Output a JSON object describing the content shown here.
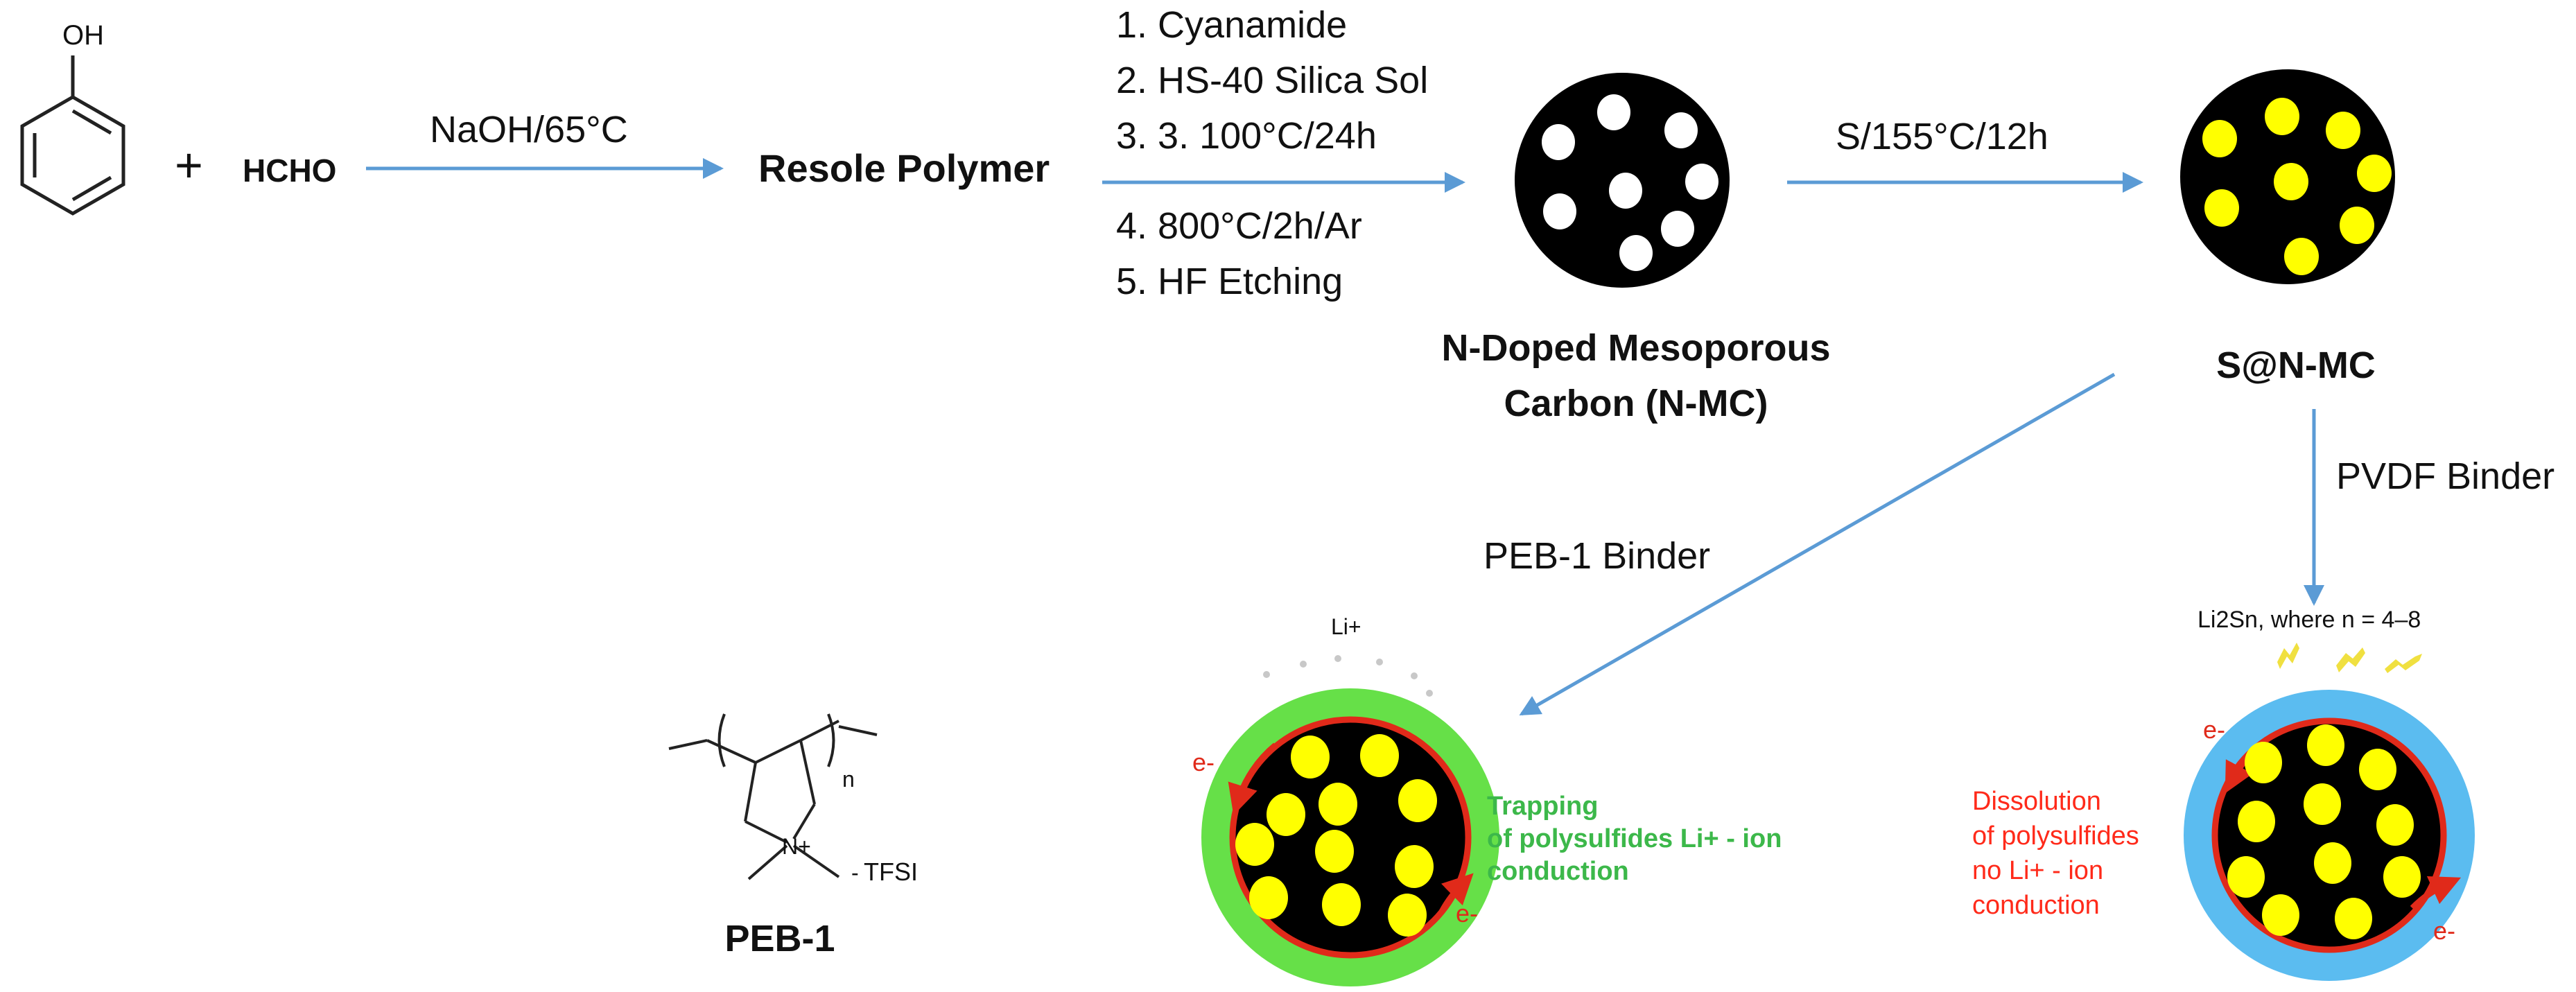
{
  "reagents": {
    "phenol_oh": "OH",
    "plus": "+",
    "hcho": "HCHO"
  },
  "step1": {
    "condition": "NaOH/65°C"
  },
  "resole": {
    "label": "Resole Polymer"
  },
  "step2": {
    "conditions": [
      "1.  Cyanamide",
      "2.  HS-40 Silica Sol",
      "3.  3.  100°C/24h",
      "4.  800°C/2h/Ar",
      "5.  HF Etching"
    ]
  },
  "nmc": {
    "label_line1": "N-Doped Mesoporous",
    "label_line2": "Carbon (N-MC)"
  },
  "step3": {
    "condition": "S/155°C/12h"
  },
  "snmc": {
    "label": "S@N-MC"
  },
  "binders": {
    "peb_label": "PEB-1 Binder",
    "pvdf_label": "PVDF Binder"
  },
  "peb_structure": {
    "subscript_n": "n",
    "n_plus": "N+",
    "counterion": "TFSI",
    "counterion_charge": "-",
    "name": "PEB-1"
  },
  "peb_particle": {
    "ion_label": "Li+",
    "electron_label": "e-",
    "caption_lines": [
      "Trapping",
      "of polysulfides Li+ - ion",
      "conduction"
    ]
  },
  "pvdf_particle": {
    "polysulfide_label": "Li2Sn, where n = 4–8",
    "electron_label": "e-",
    "caption_lines": [
      "Dissolution",
      "of polysulfides",
      "no Li+ - ion",
      "conduction"
    ]
  },
  "colors": {
    "arrow": "#5b9bd5",
    "carbon": "#000000",
    "pore": "#ffffff",
    "sulfur": "#ffff00",
    "peb_shell": "#66e048",
    "pvdf_shell": "#5bbcf0",
    "electron_path": "#e02a1a",
    "peb_caption": "#3cb84a",
    "pvdf_caption": "#ff2a1a"
  }
}
